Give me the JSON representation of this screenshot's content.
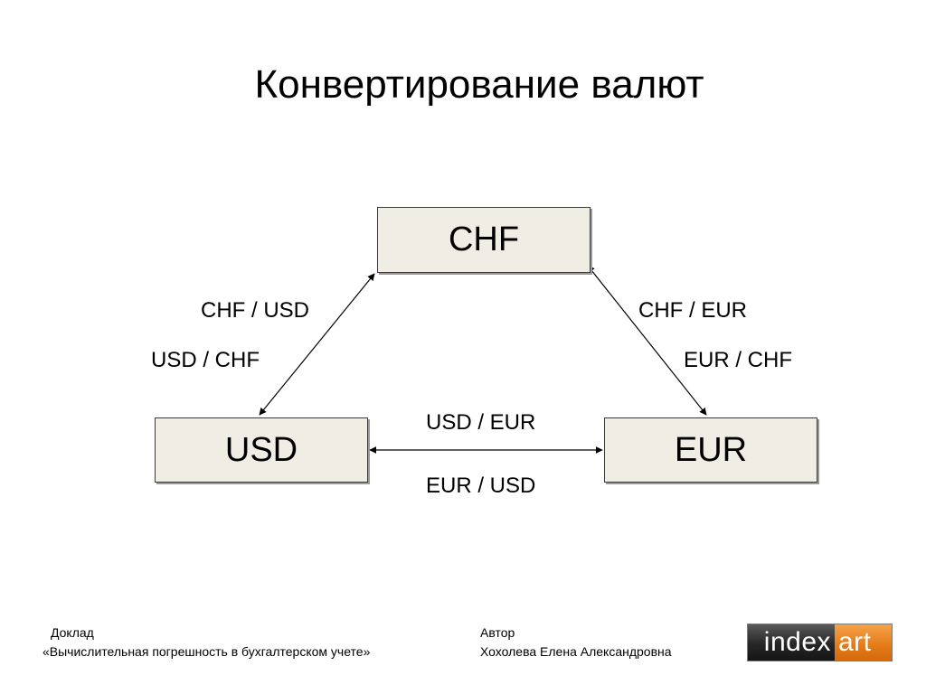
{
  "title": "Конвертирование валют",
  "nodes": {
    "chf": "CHF",
    "usd": "USD",
    "eur": "EUR"
  },
  "rates": {
    "chf_usd": "CHF / USD",
    "usd_chf": "USD / CHF",
    "chf_eur": "CHF / EUR",
    "eur_chf": "EUR / CHF",
    "usd_eur": "USD / EUR",
    "eur_usd": "EUR / USD"
  },
  "footer": {
    "left_line1": "Доклад",
    "left_line2": "«Вычислительная погрешность в бухгалтерском учете»",
    "right_line1": "Автор",
    "right_line2": "Хохолева Елена Александровна"
  },
  "logo": {
    "part1": "index",
    "part2": "art",
    "color_dark": "#262626",
    "color_accent": "#e57a17"
  },
  "colors": {
    "node_fill": "#efede4",
    "node_border": "#3a3a3a"
  }
}
